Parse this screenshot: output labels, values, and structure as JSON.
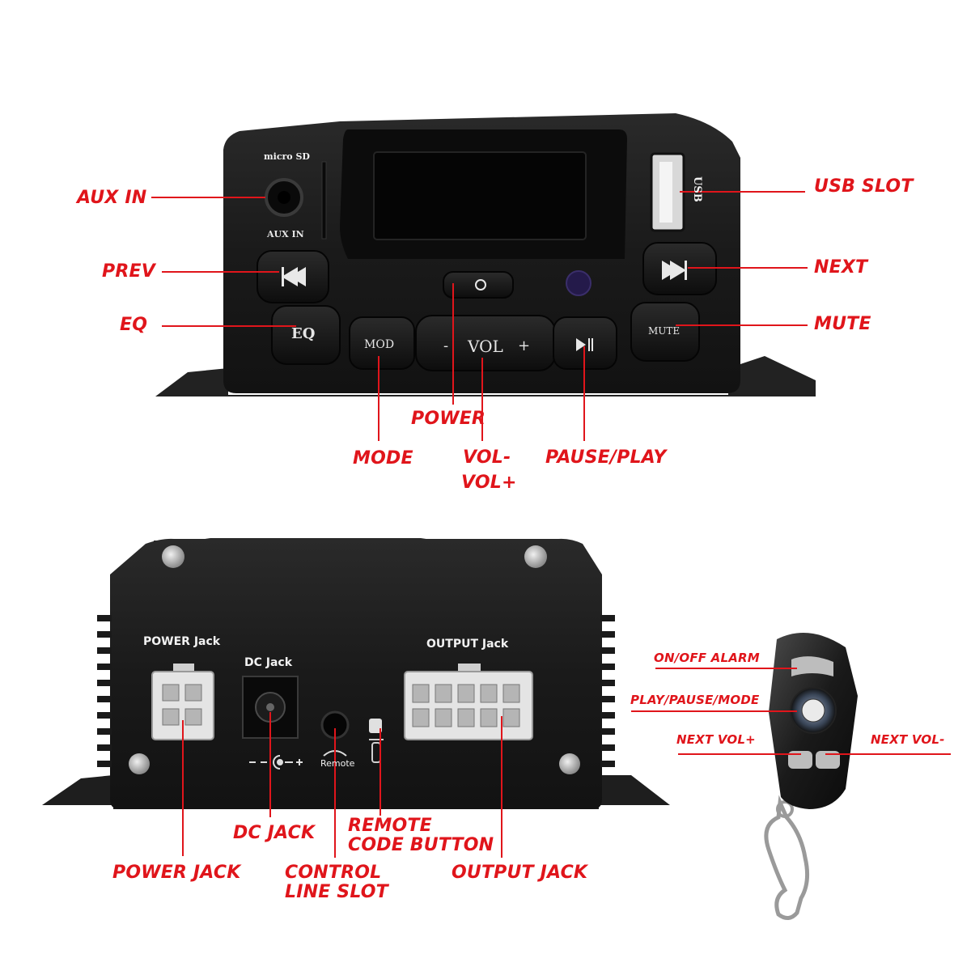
{
  "front_panel": {
    "labels": {
      "microsd": "micro SD",
      "aux_in": "AUX IN",
      "usb": "USB",
      "eq": "EQ",
      "mod": "MOD",
      "vol": "VOL",
      "vol_minus": "-",
      "vol_plus": "+",
      "mute": "MUTE"
    },
    "callouts": {
      "aux_in": "AUX IN",
      "usb_slot": "USB SLOT",
      "prev": "PREV",
      "next": "NEXT",
      "eq": "EQ",
      "mute": "MUTE",
      "power": "POWER",
      "mode": "MODE",
      "vol_minus": "VOL-",
      "vol_plus": "VOL+",
      "pause_play": "PAUSE/PLAY"
    }
  },
  "back_panel": {
    "labels": {
      "power_jack": "POWER Jack",
      "dc_jack": "DC Jack",
      "output_jack": "OUTPUT Jack",
      "remote": "Remote"
    },
    "callouts": {
      "power_jack": "POWER JACK",
      "dc_jack": "DC JACK",
      "control_line_slot_1": "CONTROL",
      "control_line_slot_2": "LINE SLOT",
      "remote_code_button_1": "REMOTE",
      "remote_code_button_2": "CODE BUTTON",
      "output_jack": "OUTPUT JACK"
    }
  },
  "remote": {
    "callouts": {
      "on_off_alarm": "ON/OFF ALARM",
      "play_pause_mode": "PLAY/PAUSE/MODE",
      "next_vol_plus": "NEXT VOL+",
      "next_vol_minus": "NEXT VOL-"
    }
  },
  "colors": {
    "callout": "#e0151b",
    "device_body": "#1b1b1b",
    "button": "#141414",
    "connector": "#e2e2e2"
  }
}
